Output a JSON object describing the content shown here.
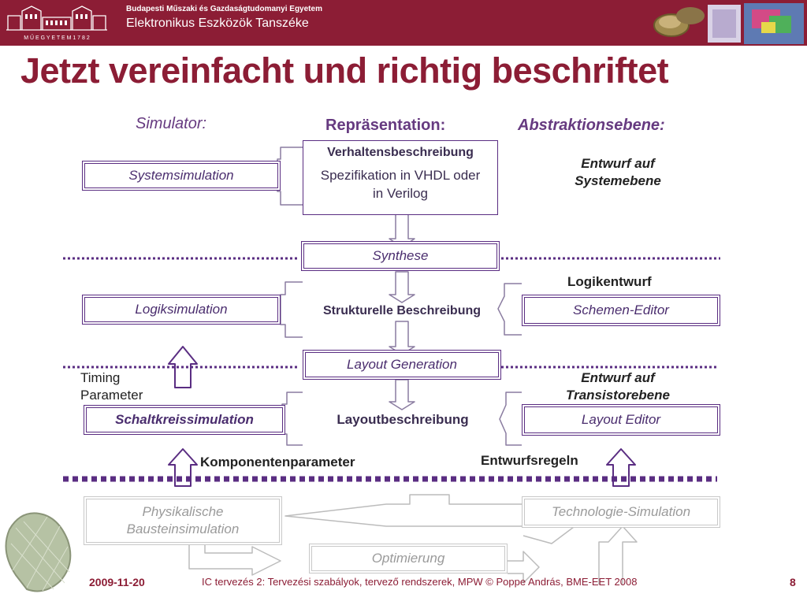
{
  "header": {
    "university": "Budapesti Műszaki és Gazdaságtudomanyi Egyetem",
    "department": "Elektronikus Eszközök Tanszéke",
    "logo_text": "M Ű E G Y E T E M   1 7 8 2"
  },
  "title": "Jetzt vereinfacht und richtig beschriftet",
  "columns": {
    "simulator": "Simulator:",
    "representation": "Repräsentation:",
    "abstraction": "Abstraktionsebene:"
  },
  "simulators": {
    "system": "Systemsimulation",
    "logic": "Logiksimulation",
    "circuit": "Schaltkreissimulation",
    "physical": "Physikalische Bausteinsimulation"
  },
  "representation": {
    "behavior_title": "Verhaltensbeschreibung",
    "behavior_sub": "Spezifikation in VHDL oder in Verilog",
    "synthesis": "Synthese",
    "structural": "Strukturelle Beschreibung",
    "layout_generation": "Layout Generation",
    "layout_description": "Layoutbeschreibung",
    "optimization": "Optimierung"
  },
  "abstraction": {
    "system_level": "Entwurf auf Systemebene",
    "logic_design": "Logikentwurf",
    "transistor_level": "Entwurf auf Transistorebene"
  },
  "tools": {
    "schematic_editor": "Schemen-Editor",
    "layout_editor": "Layout Editor",
    "technology_simulation": "Technologie-Simulation"
  },
  "labels": {
    "timing": "Timing Parameter",
    "component_params": "Komponentenparameter",
    "design_rules": "Entwurfsregeln"
  },
  "footer": {
    "date": "2009-11-20",
    "course": "IC tervezés 2: Tervezési szabályok, tervező rendszerek, MPW",
    "copyright": "© Poppe András, BME-EET 2008",
    "page": "8"
  },
  "colors": {
    "header_bg": "#8c1d35",
    "title": "#8c1d35",
    "box_border": "#5a2d82",
    "inactive": "#c8c8c8"
  }
}
